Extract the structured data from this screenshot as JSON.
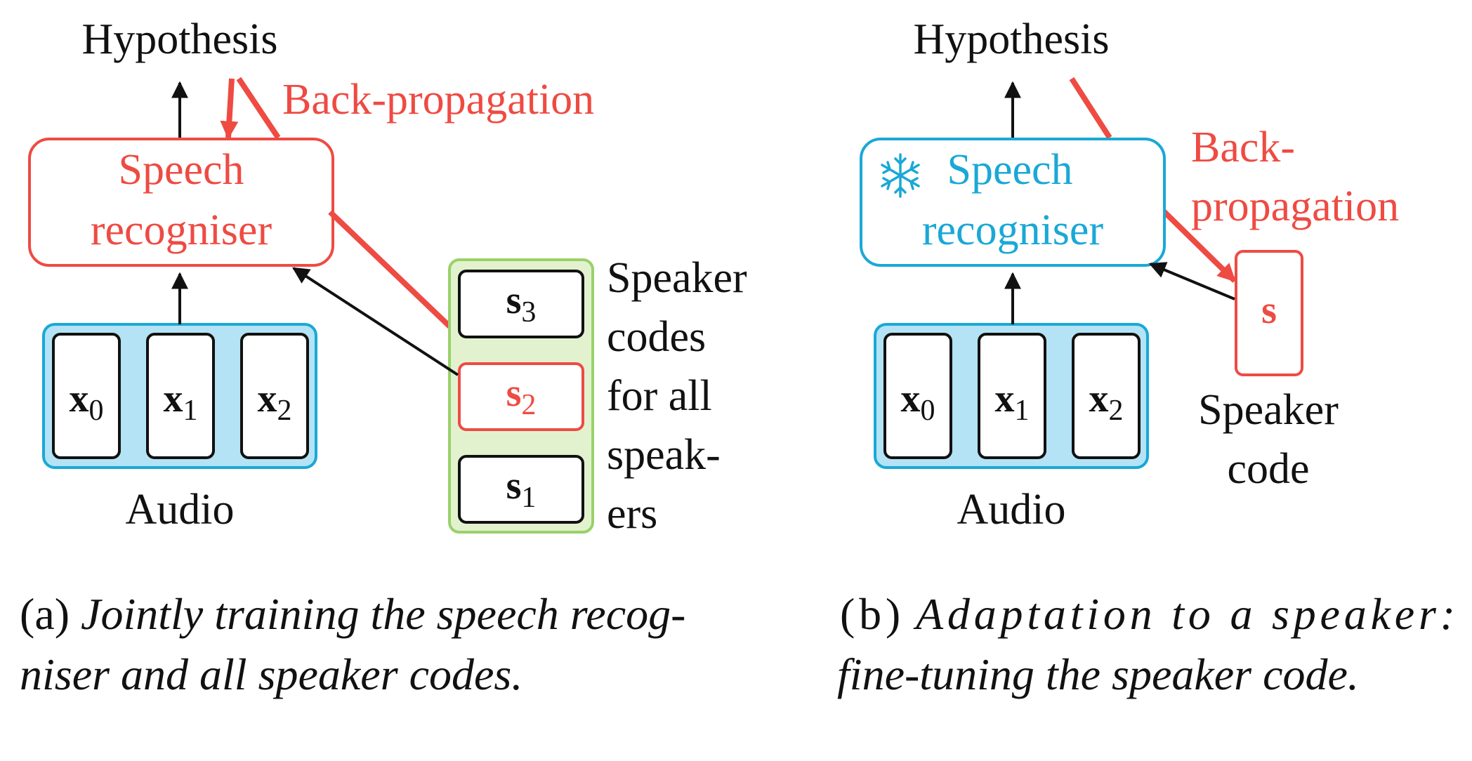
{
  "colors": {
    "black": "#111111",
    "red": "#ee4b43",
    "blue": "#1aa8d6",
    "audio_fill": "#b3e3f4",
    "green_stroke": "#99d16a",
    "green_fill": "#e2f2cf"
  },
  "panel_a": {
    "hypothesis": "Hypothesis",
    "backprop": "Back-propagation",
    "recogniser_line1": "Speech",
    "recogniser_line2": "recogniser",
    "audio_label": "Audio",
    "frames": [
      {
        "base": "x",
        "sub": "0"
      },
      {
        "base": "x",
        "sub": "1"
      },
      {
        "base": "x",
        "sub": "2"
      }
    ],
    "codes": [
      {
        "base": "s",
        "sub": "3"
      },
      {
        "base": "s",
        "sub": "2"
      },
      {
        "base": "s",
        "sub": "1"
      }
    ],
    "codes_label": [
      "Speaker",
      "codes",
      "for all",
      "speak-",
      "ers"
    ],
    "caption_prefix": "(a)",
    "caption_line1": "Jointly training the speech recog-",
    "caption_line2": "niser and all speaker codes."
  },
  "panel_b": {
    "hypothesis": "Hypothesis",
    "backprop_line1": "Back-",
    "backprop_line2": "propagation",
    "frozen_icon": "snowflake-icon",
    "recogniser_line1": "Speech",
    "recogniser_line2": "recogniser",
    "audio_label": "Audio",
    "frames": [
      {
        "base": "x",
        "sub": "0"
      },
      {
        "base": "x",
        "sub": "1"
      },
      {
        "base": "x",
        "sub": "2"
      }
    ],
    "code": "s",
    "code_label_line1": "Speaker",
    "code_label_line2": "code",
    "caption_prefix": "(b)",
    "caption_line1": "Adaptation to a speaker:",
    "caption_line2": "fine-tuning the speaker code."
  }
}
